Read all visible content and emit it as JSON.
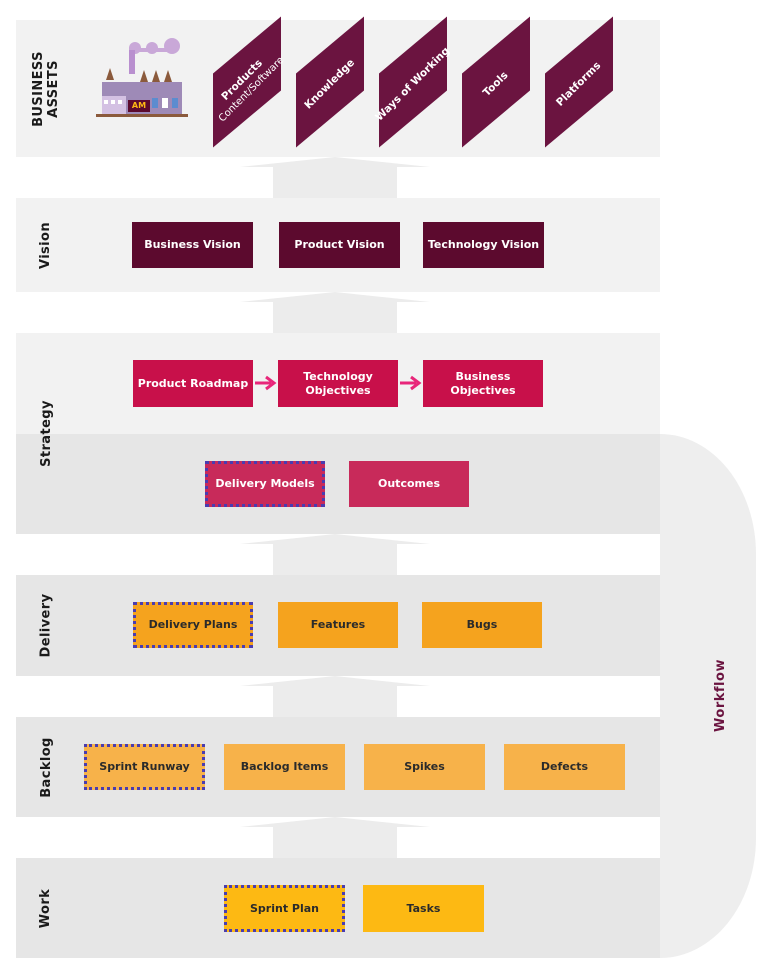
{
  "business_assets": {
    "label": "BUSINESS\nASSETS",
    "logo_text": "AM",
    "assets": [
      {
        "title": "Products",
        "subtitle": "Content/Software"
      },
      {
        "title": "Knowledge",
        "subtitle": ""
      },
      {
        "title": "Ways of Working",
        "subtitle": ""
      },
      {
        "title": "Tools",
        "subtitle": ""
      },
      {
        "title": "Platforms",
        "subtitle": ""
      }
    ]
  },
  "vision": {
    "label": "Vision",
    "items": [
      "Business Vision",
      "Product Vision",
      "Technology Vision"
    ]
  },
  "strategy": {
    "label": "Strategy",
    "items": [
      "Product Roadmap",
      "Technology Objectives",
      "Business Objectives"
    ],
    "sub_items": [
      "Delivery Models",
      "Outcomes"
    ]
  },
  "delivery": {
    "label": "Delivery",
    "items": [
      "Delivery Plans",
      "Features",
      "Bugs"
    ]
  },
  "backlog": {
    "label": "Backlog",
    "items": [
      "Sprint Runway",
      "Backlog Items",
      "Spikes",
      "Defects"
    ]
  },
  "work": {
    "label": "Work",
    "items": [
      "Sprint Plan",
      "Tasks"
    ]
  },
  "workflow": {
    "label": "Workflow"
  },
  "colors": {
    "vision": "#5c0a2e",
    "strategy": "#c8104a",
    "asset": "#6b1440",
    "delivery": "#f5a31e",
    "work": "#fdb913",
    "dotted_outline": "#4a3cb0"
  }
}
